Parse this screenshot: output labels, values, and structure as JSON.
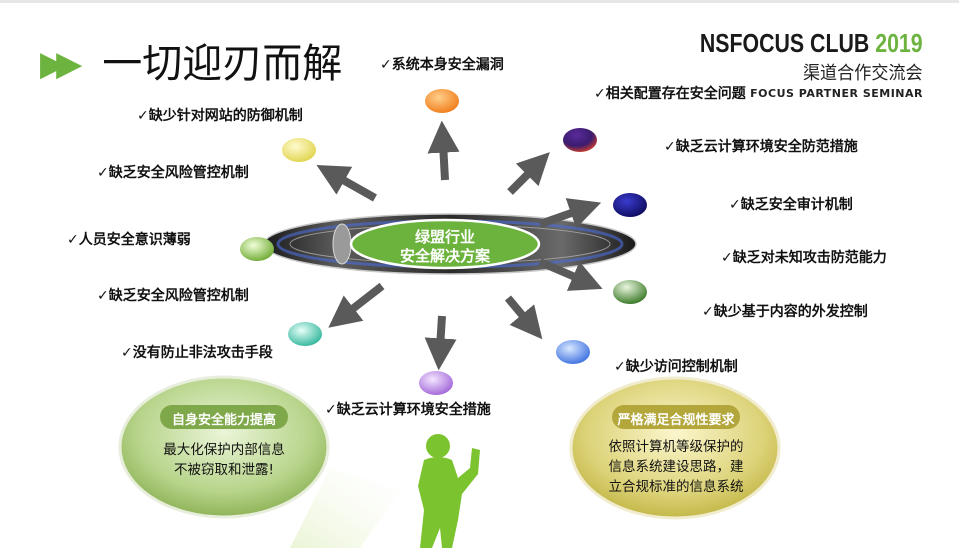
{
  "title": "一切迎刃而解",
  "title_marker": "▶▶",
  "brand": {
    "main": "NSFOCUS CLUB",
    "year": "2019",
    "cn": "渠道合作交流会",
    "en": "FOCUS PARTNER SEMINAR"
  },
  "center_label": [
    "绿盟行业",
    "安全解决方案"
  ],
  "items": [
    "✓系统本身安全漏洞",
    "✓相关配置存在安全问题",
    "✓缺乏云计算环境安全防范措施",
    "✓缺乏安全审计机制",
    "✓缺乏对未知攻击防范能力",
    "✓缺少基于内容的外发控制",
    "✓缺少访问控制机制",
    "✓缺乏云计算环境安全措施",
    "✓没有防止非法攻击手段",
    "✓缺乏安全风险管控机制",
    "✓人员安全意识薄弱",
    "✓缺乏安全风险管控机制",
    "✓缺少针对网站的防御机制"
  ],
  "left_bubble": {
    "title": "自身安全能力提高",
    "body": [
      "最大化保护内部信息",
      "不被窃取和泄露!"
    ]
  },
  "right_bubble": {
    "title": "严格满足合规性要求",
    "body": [
      "依照计算机等级保护的",
      "信息系统建设思路，建",
      "立合规标准的信息系统"
    ]
  },
  "colors": {
    "accent_green": "#6db33f",
    "center_ellipse": "#6cb33e",
    "arrow": "#5a5a5a"
  }
}
